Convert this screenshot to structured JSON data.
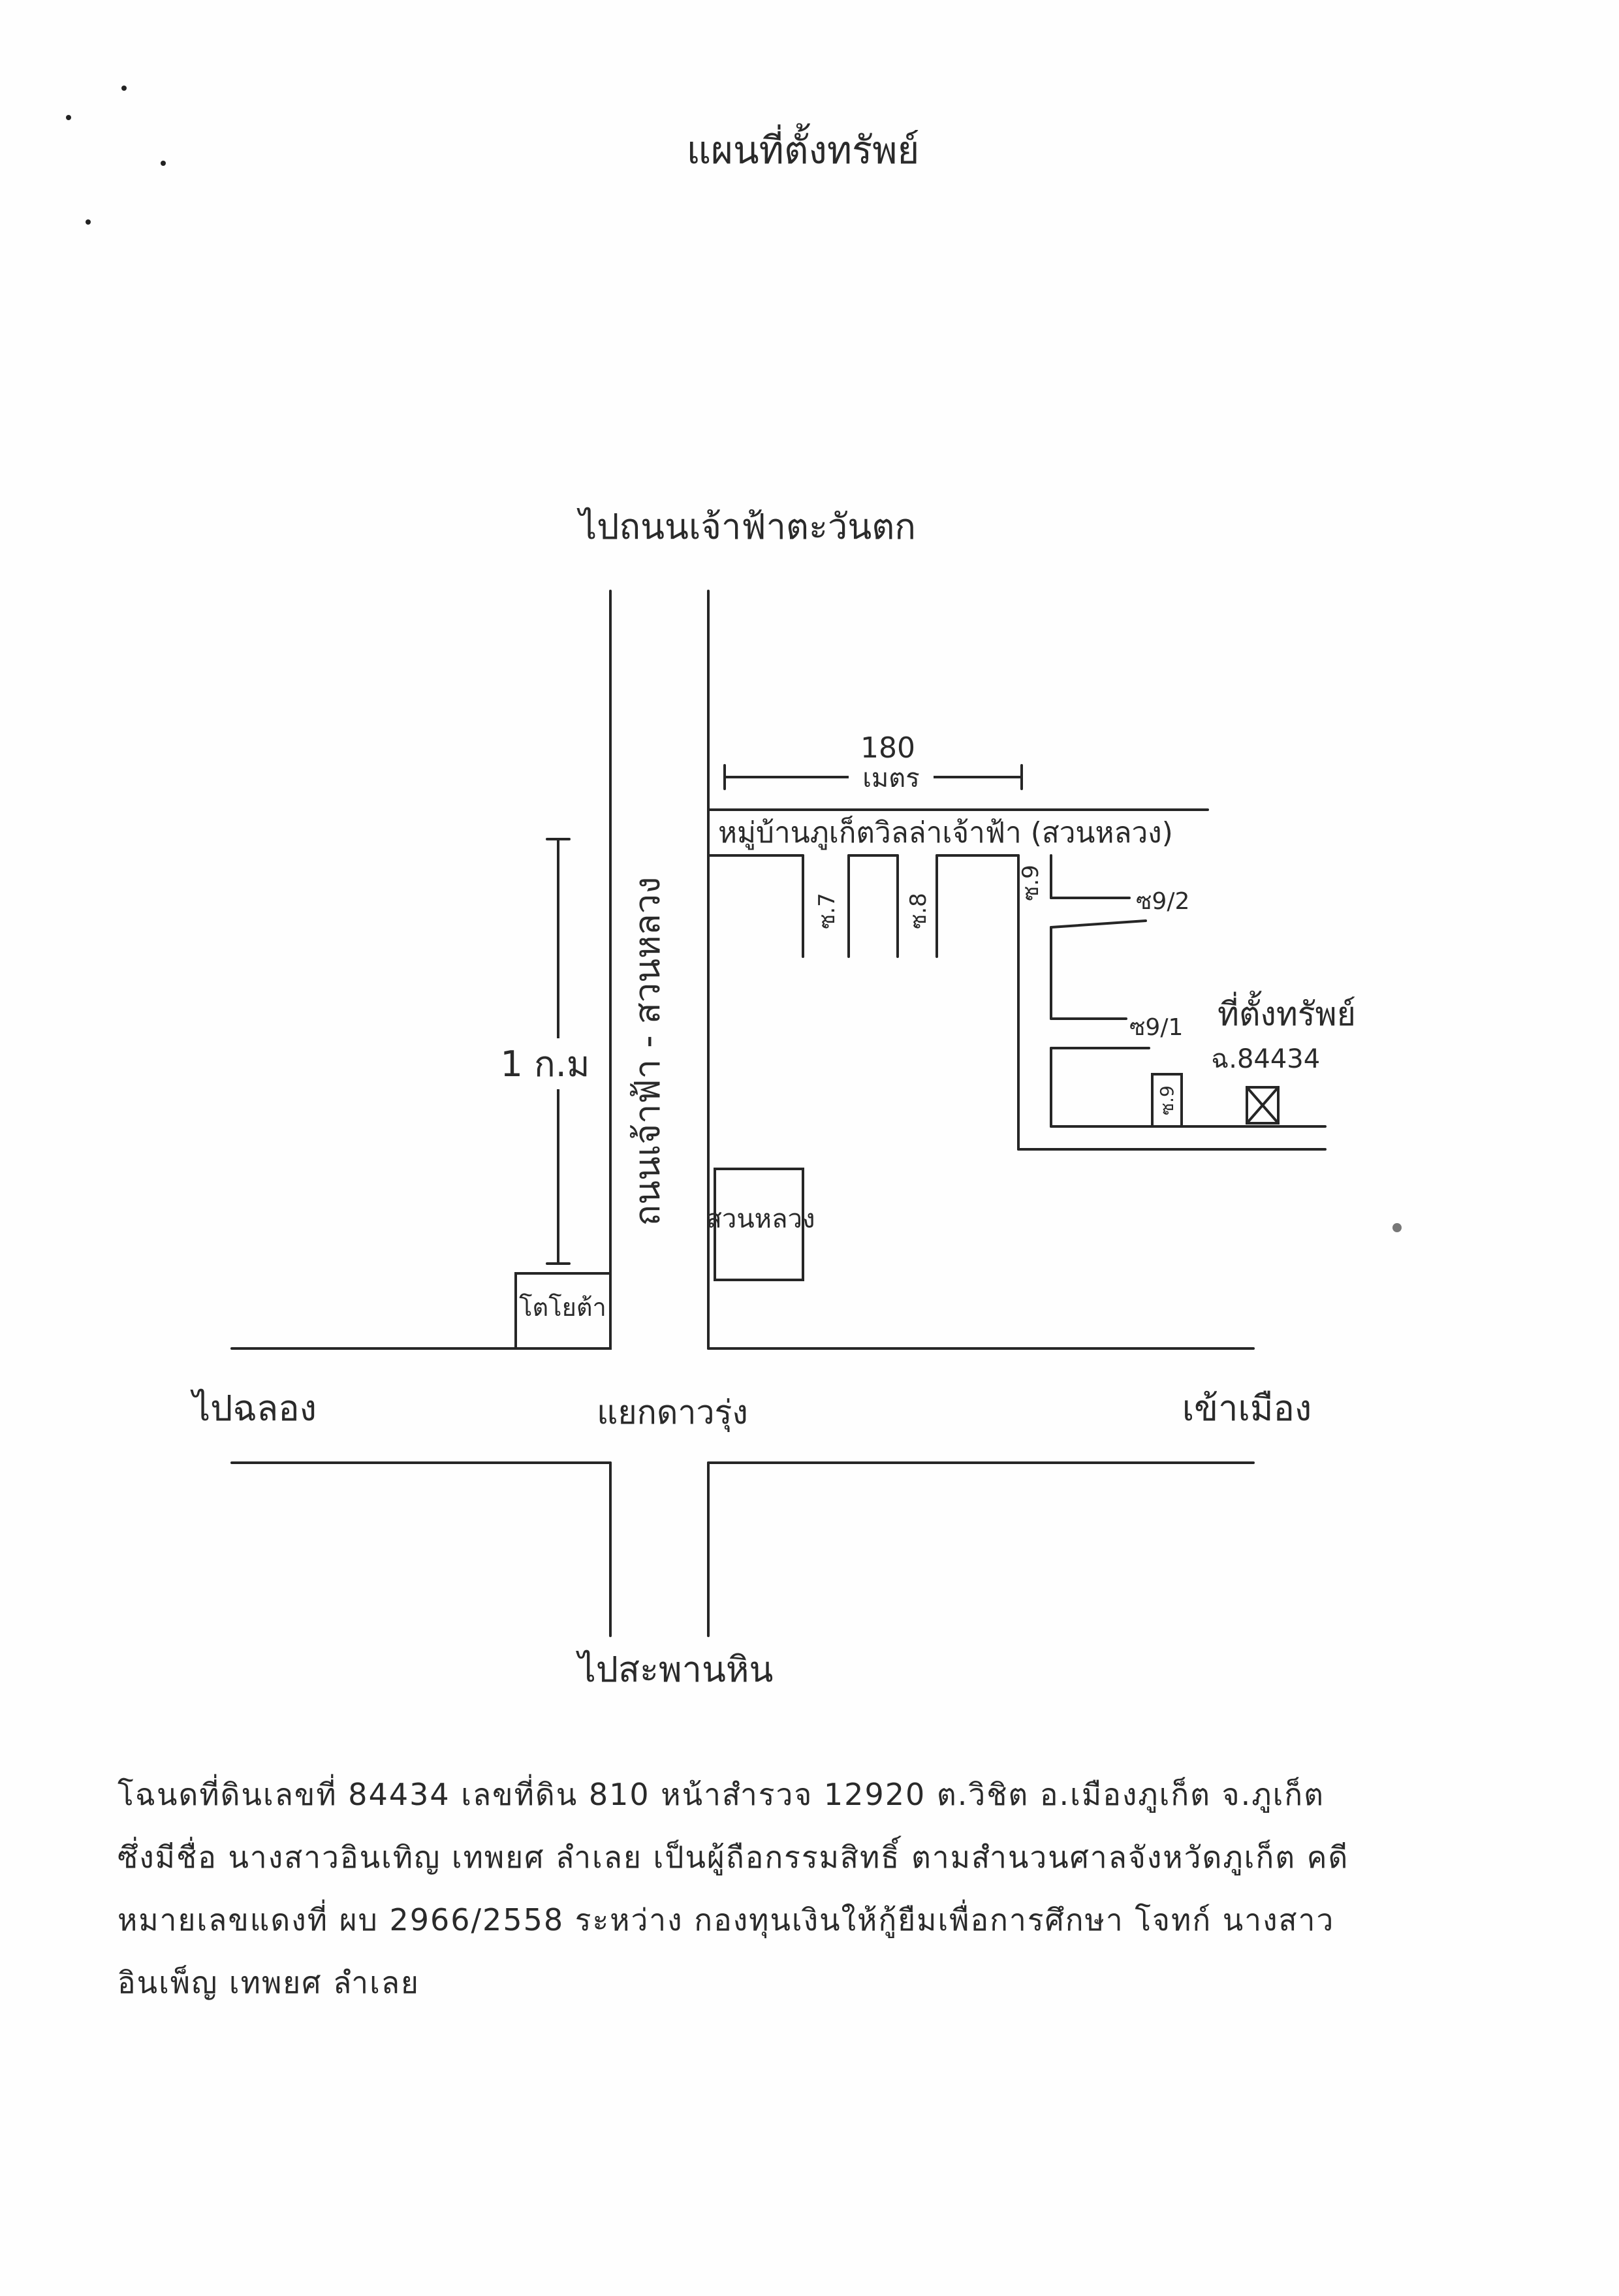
{
  "title": "แผนที่ตั้งทรัพย์",
  "labels": {
    "north": "ไปถนนเจ้าฟ้าตะวันตก",
    "south": "ไปสะพานหิน",
    "west": "ไปฉลอง",
    "east": "เข้าเมือง",
    "junction": "แยกดาวรุ่ง",
    "main_road": "ถนนเจ้าฟ้า - สวนหลวง",
    "distance_1km": "1 ก.ม",
    "distance_180_value": "180",
    "distance_180_unit": "เมตร",
    "village": "หมู่บ้านภูเก็ตวิลล่าเจ้าฟ้า (สวนหลวง)",
    "soi_1": "ซ.7",
    "soi_2": "ซ.8",
    "soi_3": "ซ.9",
    "sub_soi_2": "ซ9/2",
    "sub_soi_1": "ซ9/1",
    "sub_soi_box": "ซ.9",
    "property": "ที่ตั้งทรัพย์",
    "property_deed": "ฉ.84434",
    "toyota": "โตโยต้า",
    "suan_luang": "สวนหลวง"
  },
  "description": [
    "โฉนดที่ดินเลขที่ 84434 เลขที่ดิน 810 หน้าสำรวจ 12920 ต.วิชิต อ.เมืองภูเก็ต จ.ภูเก็ต",
    "ซึ่งมีชื่อ นางสาวอินเทิญ เทพยศ ลำเลย เป็นผู้ถือกรรมสิทธิ์ ตามสำนวนศาลจังหวัดภูเก็ต คดี",
    "หมายเลขแดงที่ ผบ 2966/2558 ระหว่าง กองทุนเงินให้กู้ยืมเพื่อการศึกษา โจทก์ นางสาว",
    "อินเพ็ญ เทพยศ ลำเลย"
  ]
}
